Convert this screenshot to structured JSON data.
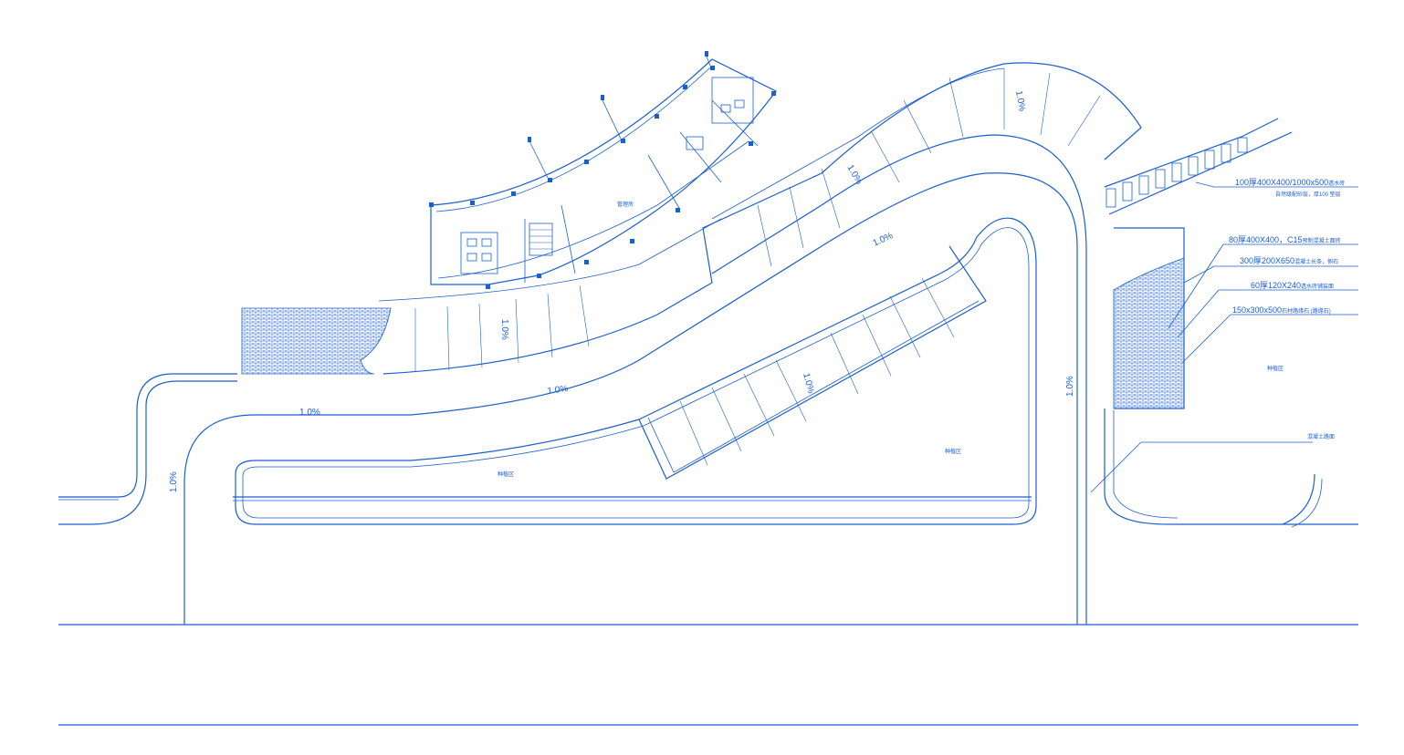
{
  "colors": {
    "line": "#1a5fd0",
    "background": "#ffffff"
  },
  "slopes": {
    "left_road": "1.0%",
    "lower_left": "1.0%",
    "main_lower": "1.0%",
    "main_upper": "1.0%",
    "right_road": "1.0%",
    "top_curve": "1.0%",
    "upper_parking": "1.0%",
    "left_parking": "1.0%",
    "lower_parking": "1.0%"
  },
  "areas": {
    "building_room": "管理房",
    "green_left": "种植区",
    "green_mid": "种植区",
    "green_right": "种植区",
    "ramp_label": "混凝土路面"
  },
  "callouts": [
    {
      "main": "100厚400X400/1000x500",
      "suffix": "透水砖",
      "sub": "自然级配砂层，厚100 垫层"
    },
    {
      "main": "80厚400X400，C15",
      "suffix": "预制混凝土面砖"
    },
    {
      "main": "300厚200X650",
      "suffix": "混凝土长条，侧石"
    },
    {
      "main": "60厚120X240",
      "suffix": "透水砖铺装面"
    },
    {
      "main": "150x300x500",
      "suffix": "石材路缘石 (路缘石)"
    }
  ]
}
